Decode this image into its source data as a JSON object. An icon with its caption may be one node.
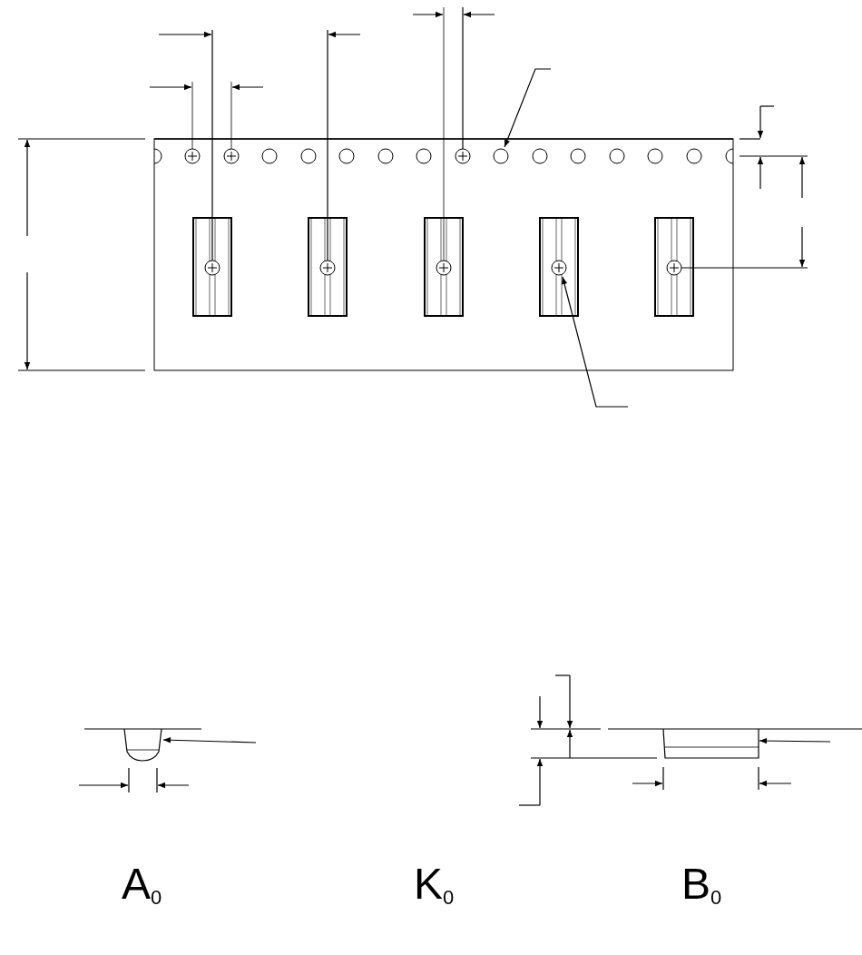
{
  "diagram": {
    "labels": [
      "A$_{0}$",
      "K$_{0}$",
      "B$_{0}$"
    ]
  }
}
